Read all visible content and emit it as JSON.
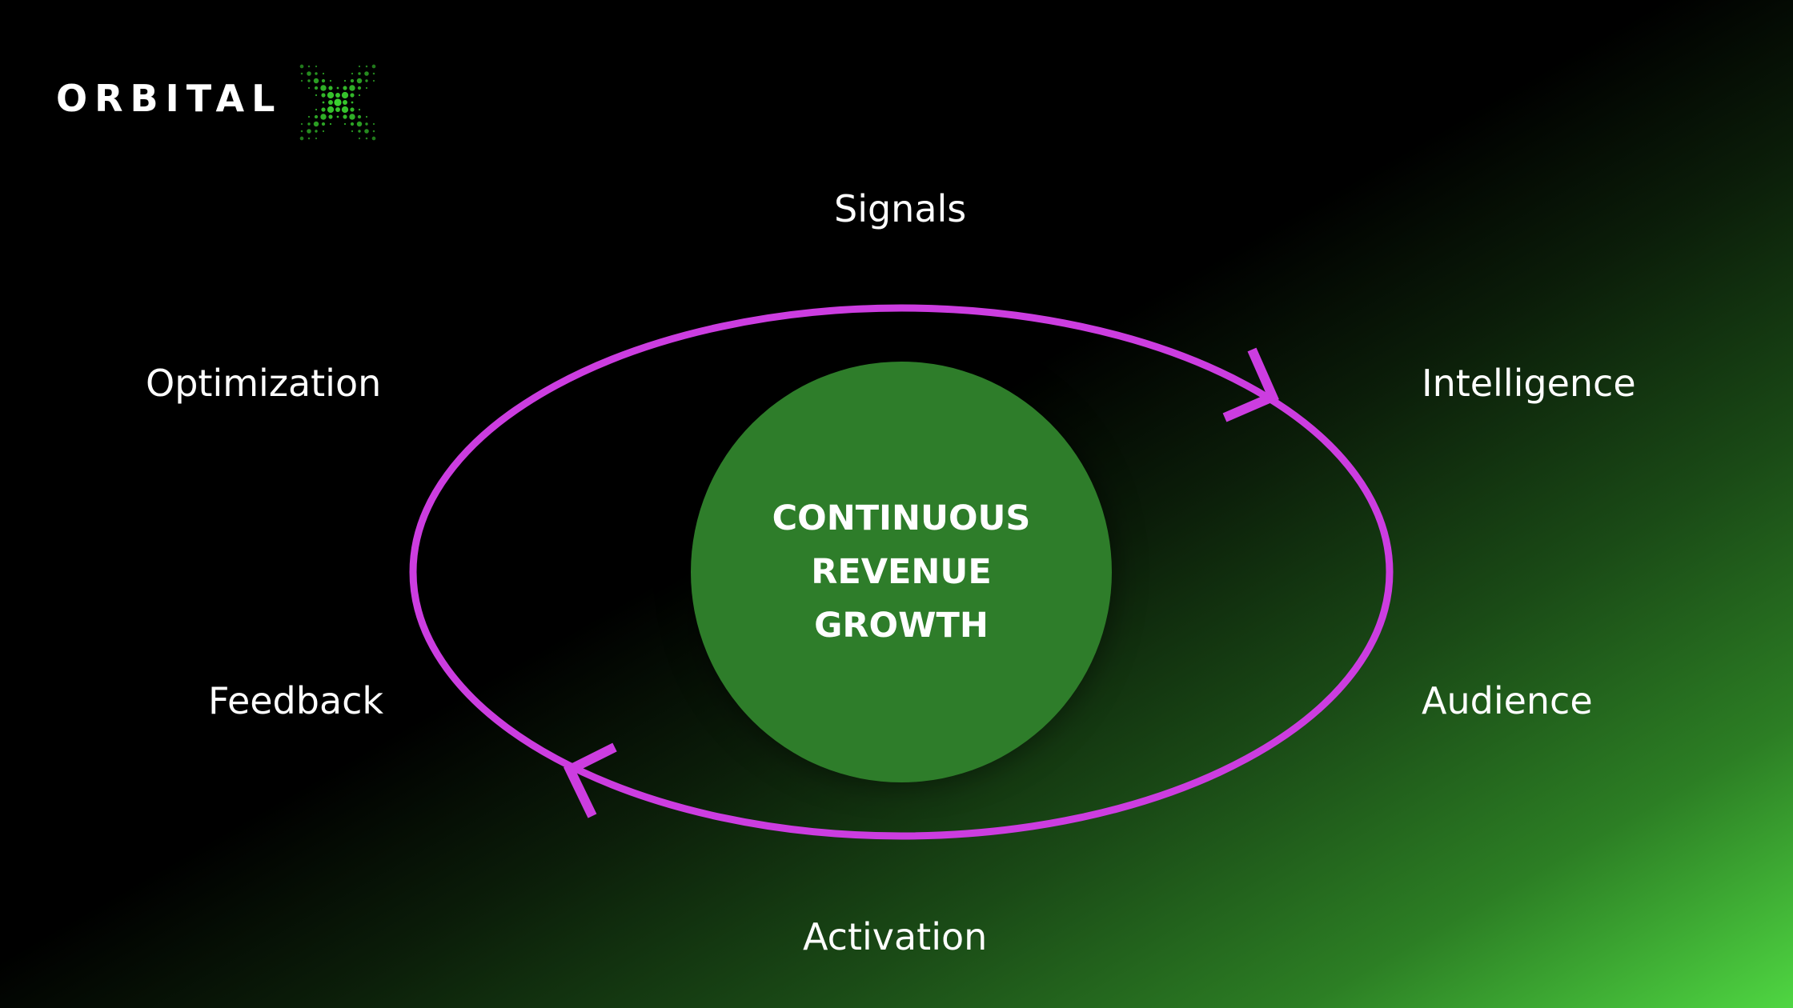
{
  "logo": {
    "text": "ORBITAL",
    "accent_color": "#39d12f"
  },
  "cycle": {
    "stages": [
      {
        "key": "signals",
        "label": "Signals"
      },
      {
        "key": "intelligence",
        "label": "Intelligence"
      },
      {
        "key": "audience",
        "label": "Audience"
      },
      {
        "key": "activation",
        "label": "Activation"
      },
      {
        "key": "feedback",
        "label": "Feedback"
      },
      {
        "key": "optimization",
        "label": "Optimization"
      }
    ],
    "ring_color": "#cc3de0",
    "direction": "clockwise"
  },
  "center": {
    "lines": [
      "CONTINUOUS",
      "REVENUE",
      "GROWTH"
    ],
    "fill_color": "#2e7d2a"
  }
}
